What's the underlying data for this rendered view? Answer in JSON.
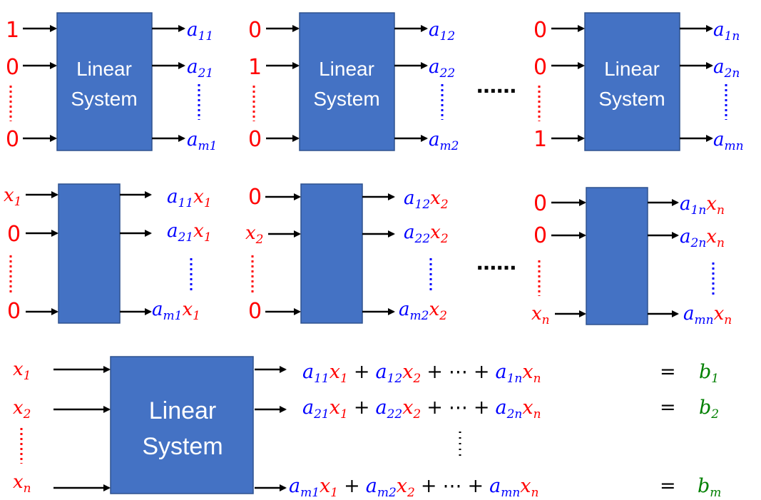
{
  "top_row": {
    "box_label_line1": "Linear",
    "box_label_line2": "System",
    "panels": [
      {
        "inputs": [
          "1",
          "0",
          "0"
        ],
        "outputs": [
          {
            "base": "a",
            "sub": "11"
          },
          {
            "base": "a",
            "sub": "21"
          },
          {
            "base": "a",
            "sub": "m1"
          }
        ]
      },
      {
        "inputs": [
          "0",
          "1",
          "0"
        ],
        "outputs": [
          {
            "base": "a",
            "sub": "12"
          },
          {
            "base": "a",
            "sub": "22"
          },
          {
            "base": "a",
            "sub": "m2"
          }
        ]
      },
      {
        "inputs": [
          "0",
          "0",
          "1"
        ],
        "outputs": [
          {
            "base": "a",
            "sub": "1n"
          },
          {
            "base": "a",
            "sub": "2n"
          },
          {
            "base": "a",
            "sub": "mn"
          }
        ]
      }
    ],
    "separator": "……"
  },
  "middle_row": {
    "panels": [
      {
        "inputs": [
          {
            "base": "x",
            "sub": "1"
          },
          {
            "base": "0",
            "sub": ""
          },
          {
            "base": "0",
            "sub": ""
          }
        ],
        "outputs": [
          {
            "a": "a",
            "asub": "11",
            "x": "x",
            "xsub": "1"
          },
          {
            "a": "a",
            "asub": "21",
            "x": "x",
            "xsub": "1"
          },
          {
            "a": "a",
            "asub": "m1",
            "x": "x",
            "xsub": "1"
          }
        ]
      },
      {
        "inputs": [
          {
            "base": "0",
            "sub": ""
          },
          {
            "base": "x",
            "sub": "2"
          },
          {
            "base": "0",
            "sub": ""
          }
        ],
        "outputs": [
          {
            "a": "a",
            "asub": "12",
            "x": "x",
            "xsub": "2"
          },
          {
            "a": "a",
            "asub": "22",
            "x": "x",
            "xsub": "2"
          },
          {
            "a": "a",
            "asub": "m2",
            "x": "x",
            "xsub": "2"
          }
        ]
      },
      {
        "inputs": [
          {
            "base": "0",
            "sub": ""
          },
          {
            "base": "0",
            "sub": ""
          },
          {
            "base": "x",
            "sub": "n"
          }
        ],
        "outputs": [
          {
            "a": "a",
            "asub": "1n",
            "x": "x",
            "xsub": "n"
          },
          {
            "a": "a",
            "asub": "2n",
            "x": "x",
            "xsub": "n"
          },
          {
            "a": "a",
            "asub": "mn",
            "x": "x",
            "xsub": "n"
          }
        ]
      }
    ],
    "separator": "……"
  },
  "bottom_row": {
    "box_label_line1": "Linear",
    "box_label_line2": "System",
    "inputs": [
      {
        "base": "x",
        "sub": "1"
      },
      {
        "base": "x",
        "sub": "2"
      },
      {
        "base": "x",
        "sub": "n"
      }
    ],
    "equations": [
      {
        "terms": [
          [
            "a",
            "11",
            "x",
            "1"
          ],
          [
            "a",
            "12",
            "x",
            "2"
          ],
          [
            "a",
            "1n",
            "x",
            "n"
          ]
        ],
        "rhs_base": "b",
        "rhs_sub": "1"
      },
      {
        "terms": [
          [
            "a",
            "21",
            "x",
            "1"
          ],
          [
            "a",
            "22",
            "x",
            "2"
          ],
          [
            "a",
            "2n",
            "x",
            "n"
          ]
        ],
        "rhs_base": "b",
        "rhs_sub": "2"
      },
      {
        "terms": [
          [
            "a",
            "m1",
            "x",
            "1"
          ],
          [
            "a",
            "m2",
            "x",
            "2"
          ],
          [
            "a",
            "mn",
            "x",
            "n"
          ]
        ],
        "rhs_base": "b",
        "rhs_sub": "m"
      }
    ],
    "plus": "+",
    "cdots": "⋯",
    "equals": "="
  },
  "colors": {
    "input": "#ff0000",
    "coefficient": "#0000ff",
    "rhs": "#008000",
    "box": "#4472C4"
  }
}
